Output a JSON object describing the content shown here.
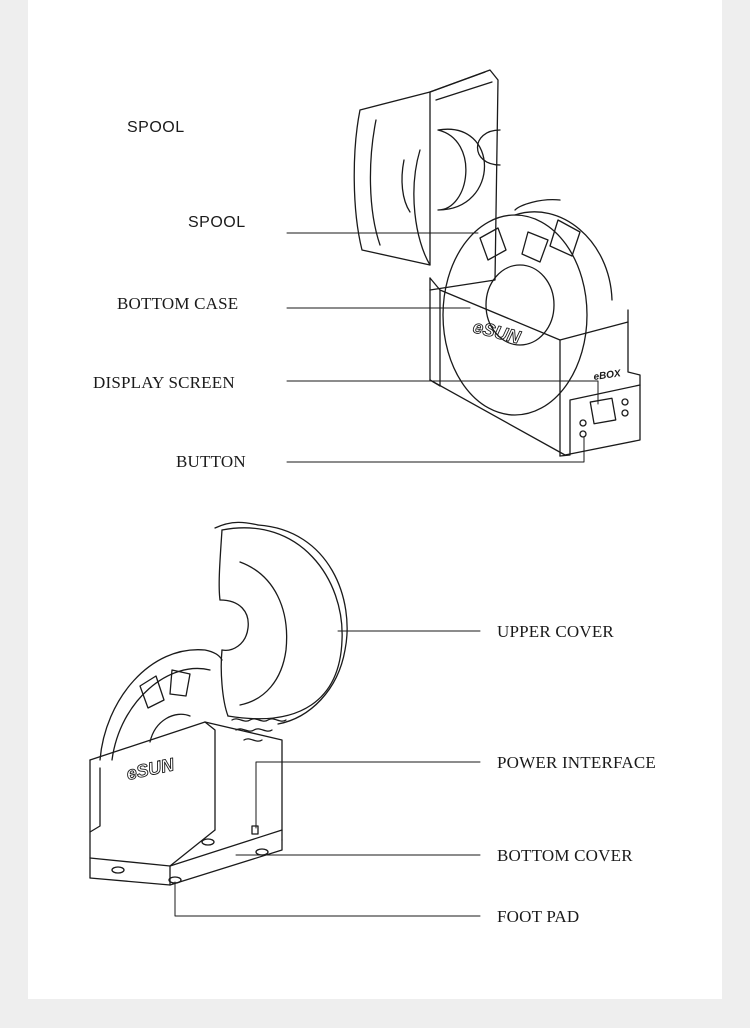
{
  "diagram": {
    "top_labels": {
      "spool_a": "SPOOL",
      "spool_b": "SPOOL",
      "bottom_case": "BOTTOM CASE",
      "display_screen": "DISPLAY SCREEN",
      "button": "BUTTON"
    },
    "bottom_labels": {
      "upper_cover": "UPPER COVER",
      "power_interface": "POWER INTERFACE",
      "bottom_cover": "BOTTOM COVER",
      "foot_pad": "FOOT PAD"
    },
    "brand": "eSUN",
    "model": "eBOX",
    "line_color": "#1a1a1a"
  }
}
